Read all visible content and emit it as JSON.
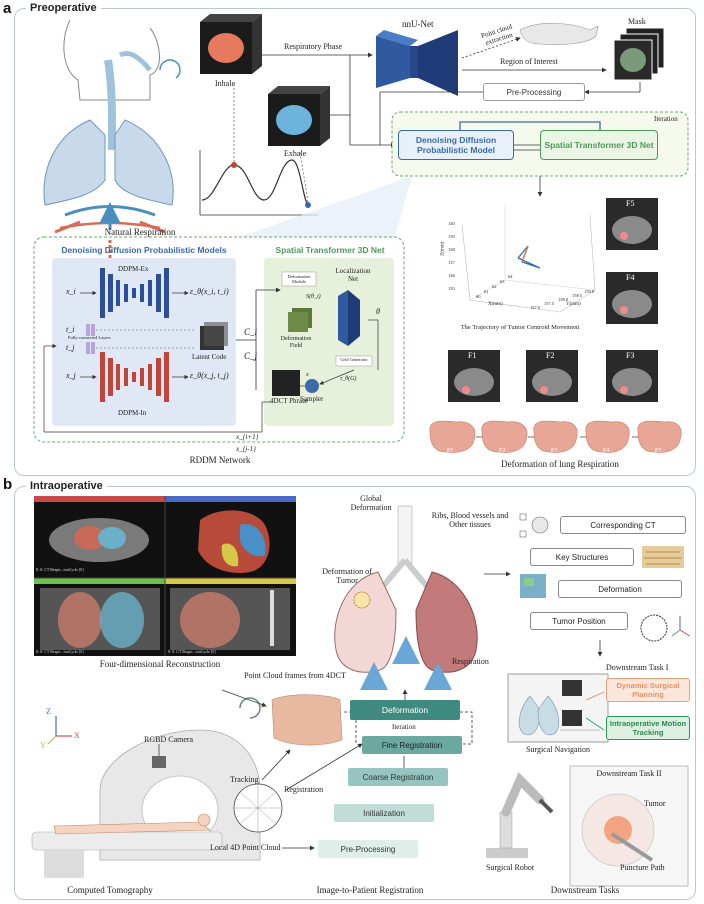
{
  "panel_a": {
    "letter": "a",
    "title": "Preoperative",
    "natural_respiration": "Natural Respiration",
    "inhale": "Inhale",
    "exhale": "Exhale",
    "respiratory_phase": "Respiratory Phase",
    "nnunet": "nnU-Net",
    "point_cloud_extraction": "Point cloud extraction",
    "mask": "Mask",
    "region_of_interest": "Region of Interest",
    "pre_processing": "Pre-Processing",
    "iteration": "Iteration",
    "ddpm_box": "Denoising Diffusion Probabilistic Model",
    "st_box": "Spatial Transformer 3D Net",
    "rddm": {
      "ddpm_title": "Denoising Diffusion Probabilistic Models",
      "st_title": "Spatial Transformer 3D Net",
      "ddpm_ex": "DDPM-Ex",
      "ddpm_in": "DDPM-In",
      "fc_layers": "Fully-connected Layers",
      "latent_code": "Latent Code",
      "x_i": "x_i",
      "t_i": "t_i",
      "t_j": "t_j",
      "x_j": "x_j",
      "eps_i": "ε_θ(x_i, t_i)",
      "eps_j": "ε_θ(x_j, t_j)",
      "c_i": "C_i",
      "c_j": "C_j",
      "deformation_module": "Deformation Module",
      "s_theta": "S(θ_i)",
      "deformation_field": "Deformation Field",
      "localization_net": "Localization Net",
      "theta": "θ",
      "grid_generator": "Grid Generator",
      "tau": "τ_θ(G)",
      "x": "x",
      "sampler": "Sampler",
      "phrase": "4DCT Phrase",
      "x_next": "x_{i+1}",
      "x_prev": "x_{j-1}",
      "network_label": "RDDM Network"
    },
    "trajectory": {
      "caption": "The Trajectory of Tumor Centroid Movement",
      "zlabel": "Z(mm)",
      "xlabel": "X(mm)",
      "ylabel": "Y(mm)",
      "zticks": [
        "140",
        "139",
        "138",
        "137",
        "136",
        "135"
      ],
      "xticks": [
        "60",
        "61",
        "62",
        "63",
        "64"
      ],
      "yticks": [
        "157.0",
        "157.5",
        "158.0",
        "158.5",
        "159.0"
      ]
    },
    "frames": [
      "F5",
      "F4",
      "F1",
      "F2",
      "F3"
    ],
    "lung_frames": [
      "F1",
      "F2",
      "F3",
      "F4",
      "F5"
    ],
    "deformation_caption": "Deformation of lung Respiration"
  },
  "panel_b": {
    "letter": "b",
    "title": "Intraoperative",
    "recon_caption": "Four-dimensional Reconstruction",
    "viewer_labels": [
      "8: 8: CT Respir...ionCycle [0]",
      "8: 8: CT Respir...ionCycle [0]",
      "8: 8: CT Respir...ionCycle [0]"
    ],
    "global_deformation": "Global Deformation",
    "deformation_tumor": "Deformation of Tumor",
    "ribs_label": "Ribs, Blood vessels and Other tissues",
    "respiration": "Respiration",
    "corresponding_ct": "Corresponding CT",
    "key_structures": "Key Structures",
    "deformation": "Deformation",
    "tumor_position": "Tumor Position",
    "downstream_task_1": "Downstream Task I",
    "dynamic_planning": "Dynamic Surgical Planning",
    "motion_tracking": "Intraoperative Motion Tracking",
    "surgical_navigation": "Surgical Navigation",
    "downstream_task_2": "Downstream Task II",
    "tumor": "Tumor",
    "puncture_path": "Puncture Path",
    "surgical_robot": "Surgical Robot",
    "downstream_tasks": "Downstream Tasks",
    "rgbd_camera": "RGBD Camera",
    "point_cloud_frames": "Point Cloud frames from 4DCT",
    "tracking": "Tracking",
    "registration": "Registration",
    "local_4d": "Local 4D Point Cloud",
    "stages": [
      "Deformation",
      "Fine Registration",
      "Coarse Registration",
      "Initialization",
      "Pre-Processing"
    ],
    "iteration": "Iteration",
    "axes": [
      "Z",
      "Y",
      "X"
    ],
    "computed_tomography": "Computed Tomography",
    "image_to_patient": "Image-to-Patient Registration"
  },
  "colors": {
    "blue": "#3a6aa8",
    "green": "#4a9a5a",
    "red": "#c0453a",
    "teal": "#5b9a8e",
    "dashed_green": "#6aa86a"
  }
}
